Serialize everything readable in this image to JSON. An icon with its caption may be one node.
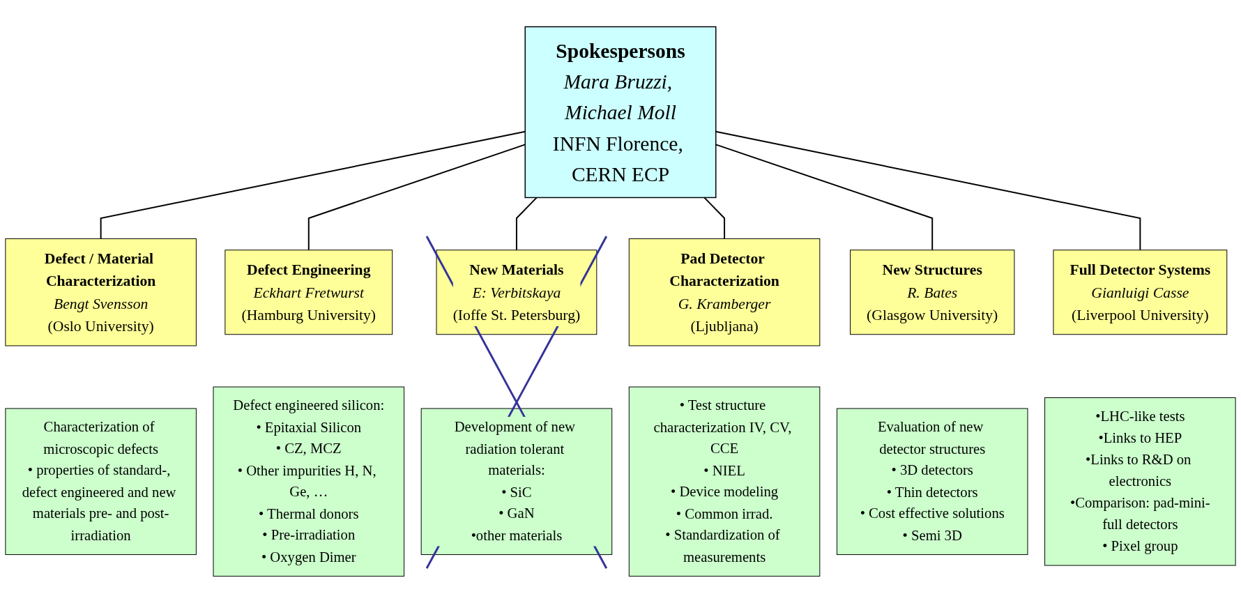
{
  "diagram": {
    "nodes": [
      {
        "text": [
          "Spokespersons",
          "Mara Bruzzi, Michael Moll",
          "INFN Florence, CERN ECP"
        ]
      },
      {
        "text": [
          "Defect / Material Characterization",
          "Bengt Svensson",
          "(Oslo University)"
        ]
      },
      {
        "text": [
          "Defect Engineering",
          "Eckhart Fretwurst",
          "(Hamburg University)"
        ]
      },
      {
        "text": [
          "New Materials",
          "E: Verbitskaya",
          "(Ioffe St. Petersburg)"
        ]
      },
      {
        "text": [
          "Pad Detector Characterization",
          "G. Kramberger",
          "(Ljubljana)"
        ]
      },
      {
        "text": [
          "New Structures",
          "R. Bates",
          "(Glasgow University)"
        ]
      },
      {
        "text": [
          "Full Detector Systems",
          "Gianluigi Casse",
          "(Liverpool University)"
        ]
      },
      {
        "text": [
          "Characterization of microscopic defects",
          "• properties of standard-, defect engineered and new materials pre- and post-irradiation"
        ]
      },
      {
        "text": [
          "Defect engineered silicon:",
          "• Epitaxial Silicon",
          "• CZ, MCZ",
          "• Other impurities H, N, Ge, …",
          "• Thermal donors",
          "• Pre-irradiation",
          "• Oxygen Dimer"
        ]
      },
      {
        "text": [
          "Development of new radiation tolerant materials:",
          "• SiC",
          "• GaN",
          "•other materials"
        ]
      },
      {
        "text": [
          "• Test structure characterization IV, CV, CCE",
          "• NIEL",
          "• Device modeling",
          "• Common irrad.",
          "• Standardization of measurements"
        ]
      },
      {
        "text": [
          "Evaluation of new detector structures",
          "• 3D detectors",
          "• Thin detectors",
          "• Cost effective solutions",
          "• Semi 3D"
        ]
      },
      {
        "text": [
          "•LHC-like tests",
          "•Links to HEP",
          "•Links to R&D on electronics",
          "•Comparison: pad-mini-full detectors",
          "• Pixel group"
        ]
      }
    ],
    "edges": [
      {
        "from": 0,
        "to": 1,
        "arrow": "none"
      },
      {
        "from": 0,
        "to": 2,
        "arrow": "none"
      },
      {
        "from": 0,
        "to": 3,
        "arrow": "none"
      },
      {
        "from": 0,
        "to": 4,
        "arrow": "none"
      },
      {
        "from": 0,
        "to": 5,
        "arrow": "none"
      },
      {
        "from": 0,
        "to": 6,
        "arrow": "none"
      }
    ]
  }
}
